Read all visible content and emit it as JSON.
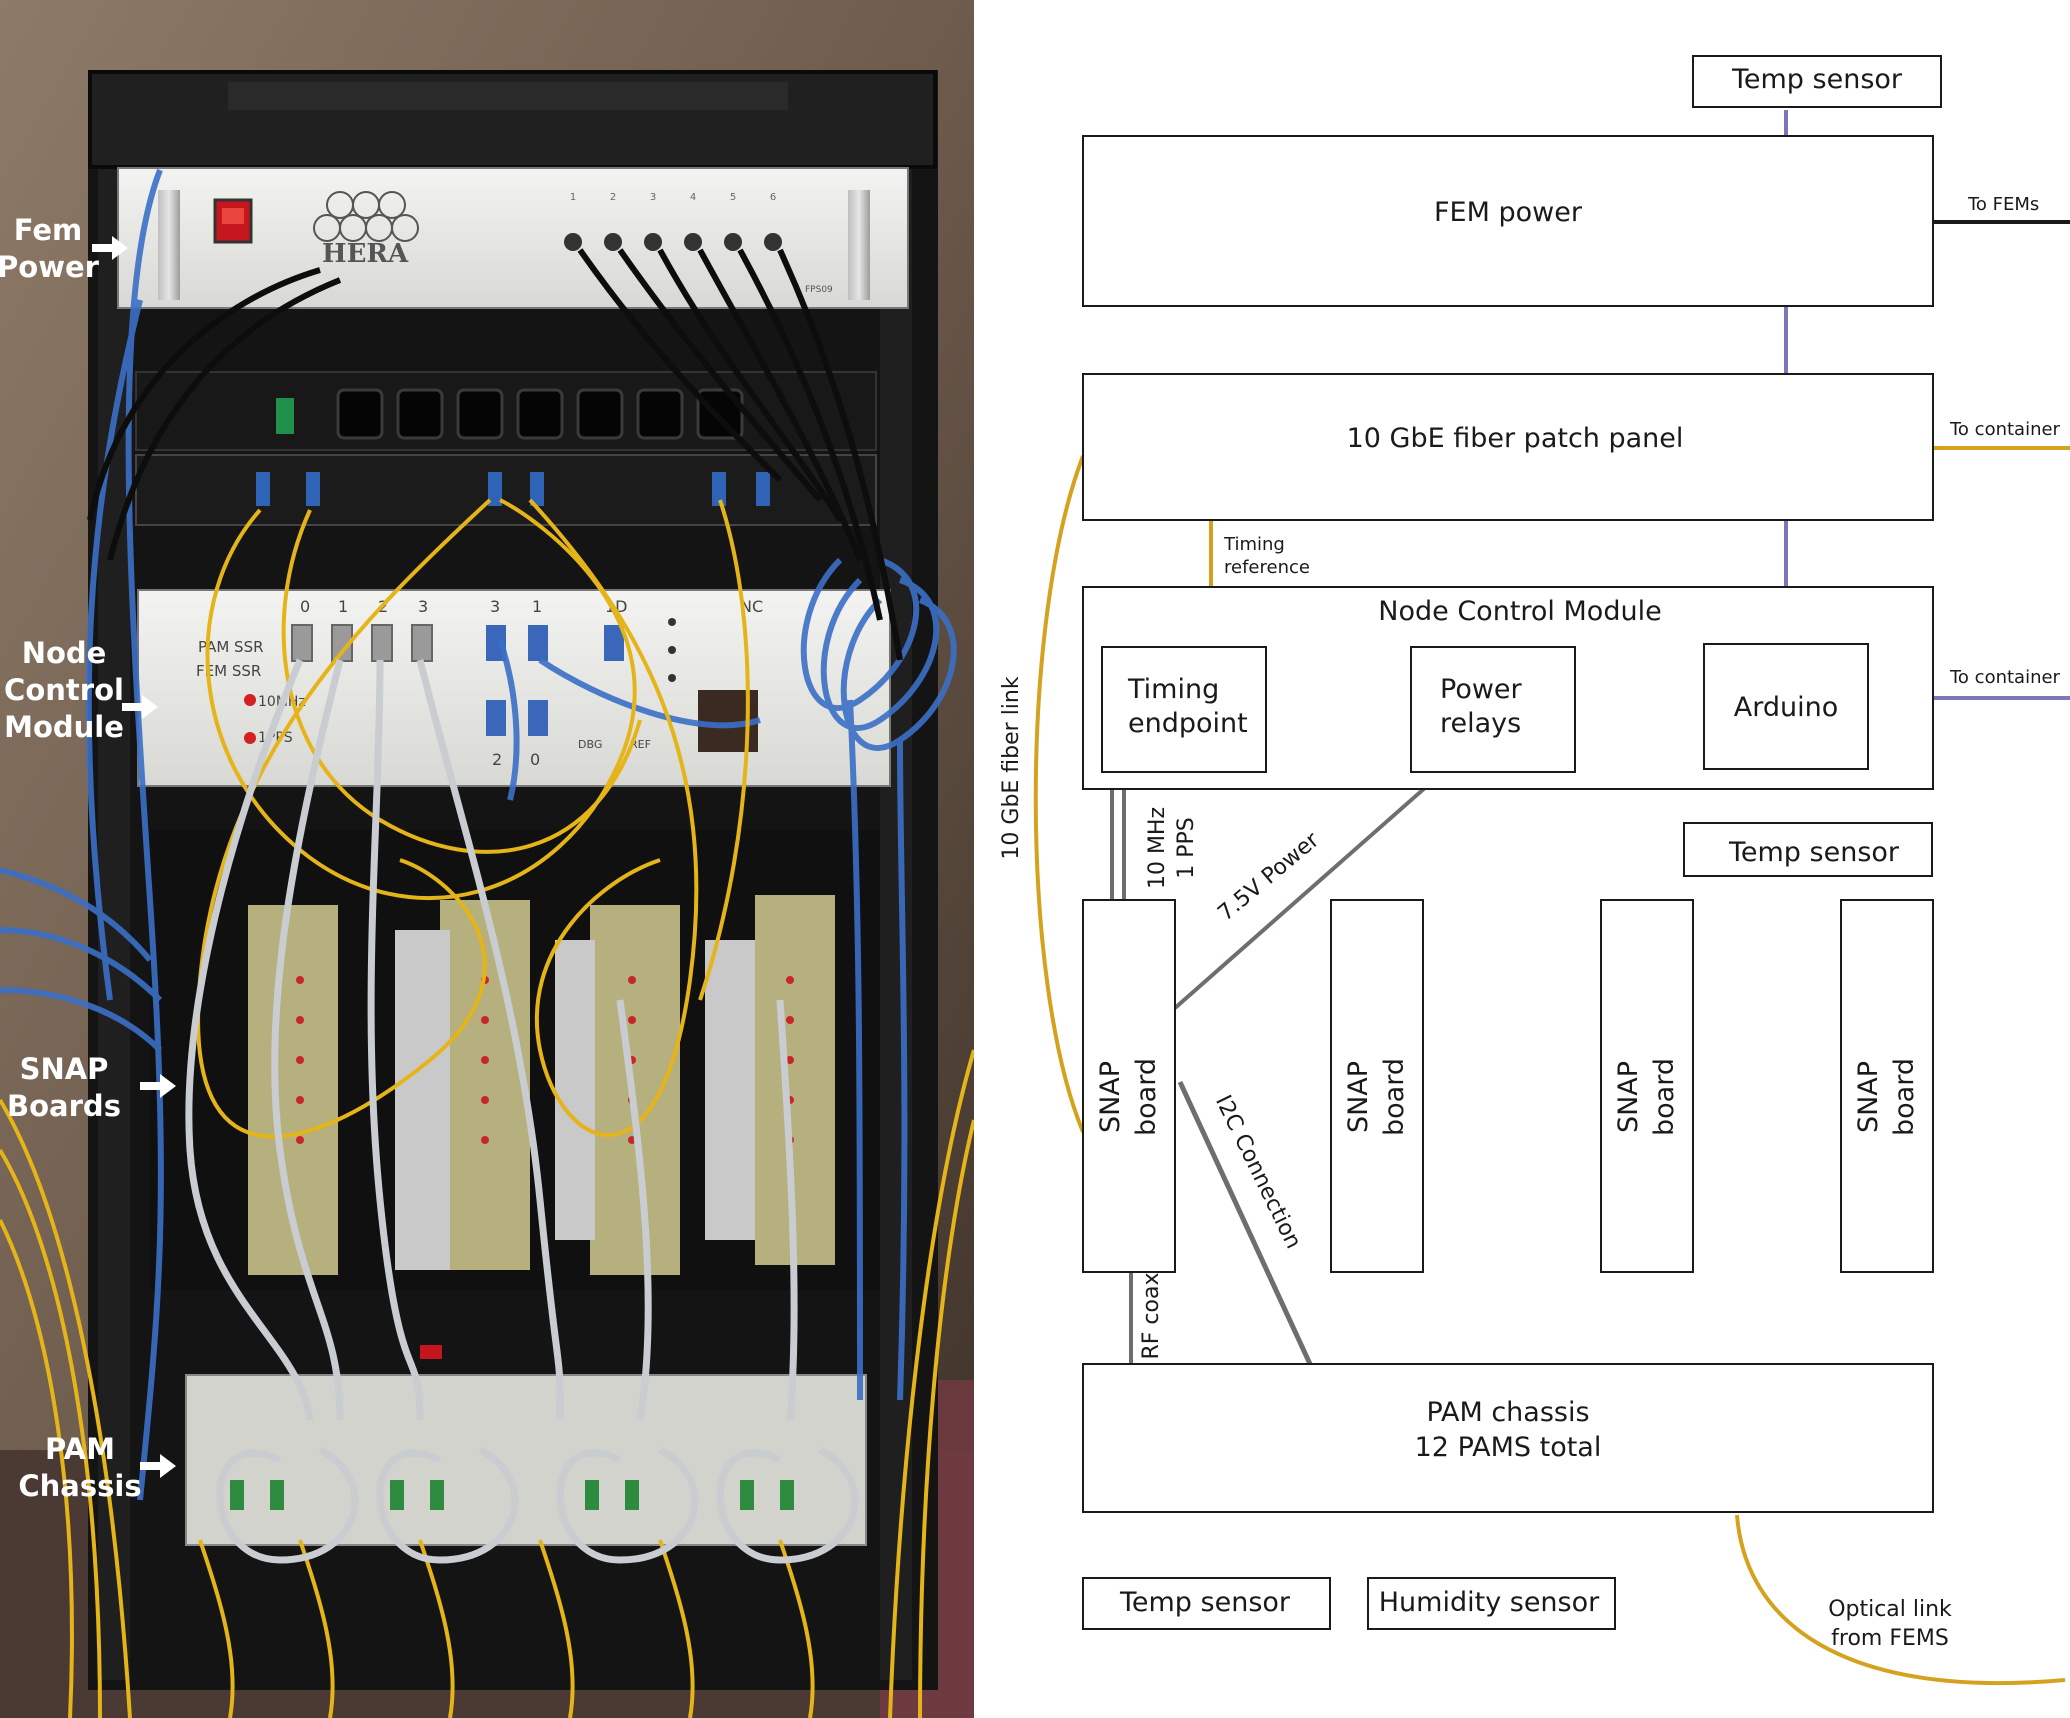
{
  "photo": {
    "labels": {
      "fem_power": [
        "Fem",
        "Power"
      ],
      "node_control": [
        "Node",
        "Control",
        "Module"
      ],
      "snap_boards": [
        "SNAP",
        "Boards"
      ],
      "pam_chassis": [
        "PAM",
        "Chassis"
      ]
    },
    "panel_text": {
      "hera_logo": "HERA",
      "fem_numbers": [
        "1",
        "2",
        "3",
        "4",
        "5",
        "6"
      ],
      "fps": "FPS09",
      "ncm_ports_top": [
        "0",
        "1",
        "2",
        "3",
        "3",
        "1",
        "1D",
        "NC"
      ],
      "ncm_ports_bottom": [
        "2",
        "0"
      ],
      "ncm_handwriting": [
        "PAM SSR",
        "FEM SSR",
        "10MHz",
        "1PPS",
        "DBG",
        "REF"
      ]
    }
  },
  "diagram": {
    "boxes": {
      "temp_sensor_top": "Temp sensor",
      "fem_power": "FEM power",
      "patch_panel": "10 GbE fiber patch panel",
      "ncm": "Node Control Module",
      "timing_endpoint": [
        "Timing",
        "endpoint"
      ],
      "power_relays": [
        "Power",
        "relays"
      ],
      "arduino": "Arduino",
      "temp_sensor_mid": "Temp sensor",
      "snap_board": [
        "SNAP",
        "board"
      ],
      "pam_chassis": [
        "PAM chassis",
        "12 PAMS total"
      ],
      "temp_sensor_bottom": "Temp sensor",
      "humidity_sensor": "Humidity sensor"
    },
    "connections": {
      "to_fems": "To FEMs",
      "to_container_fiber": "To container",
      "to_container_ncm": "To container",
      "timing_reference": [
        "Timing",
        "reference"
      ],
      "fiber_link": "10 GbE fiber link",
      "clock": [
        "10 MHz",
        "1 PPS"
      ],
      "power": "7.5V Power",
      "i2c": "I2C Connection",
      "rf_coax": "RF coax",
      "optical_link": [
        "Optical link",
        "from FEMS"
      ]
    },
    "colors": {
      "fiber": "#D4A21E",
      "sensor_line": "#7B78B8",
      "grey_wire": "#6D6E71",
      "black_wire": "#1A1A1A",
      "box_stroke": "#1A1A1A"
    }
  }
}
